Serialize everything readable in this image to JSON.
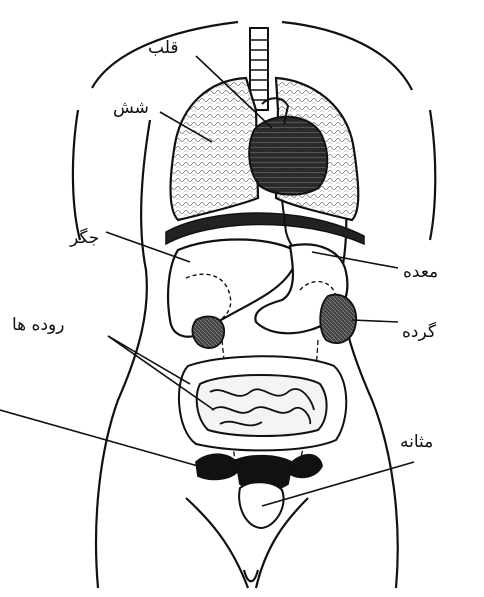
{
  "labels": {
    "heart": "قلب",
    "lung": "شش",
    "liver": "جگر",
    "stomach": "معده",
    "kidney": "گرده",
    "intestines": "روده ها",
    "bladder": "مثانه"
  },
  "colors": {
    "ink": "#111111",
    "background": "#ffffff",
    "lung_fill": "#e4e4e4",
    "heart_fill": "#3a3a3a"
  }
}
